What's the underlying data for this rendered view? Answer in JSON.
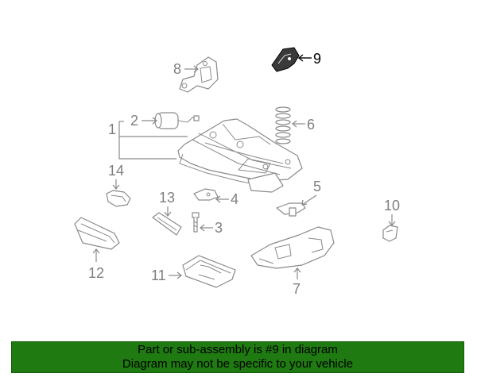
{
  "callouts": {
    "c1": "1",
    "c2": "2",
    "c3": "3",
    "c4": "4",
    "c5": "5",
    "c6": "6",
    "c7": "7",
    "c8": "8",
    "c9": "9",
    "c10": "10",
    "c11": "11",
    "c12": "12",
    "c13": "13",
    "c14": "14"
  },
  "highlighted_part": "9",
  "banner": {
    "line1": "Part or sub-assembly is #9 in diagram",
    "line2": "Diagram may not be specific to your vehicle",
    "background": "#1f7a12"
  },
  "colors": {
    "part_stroke": "#8a8a8a",
    "callout_text": "#7f7f7f",
    "highlight": "#000000"
  }
}
